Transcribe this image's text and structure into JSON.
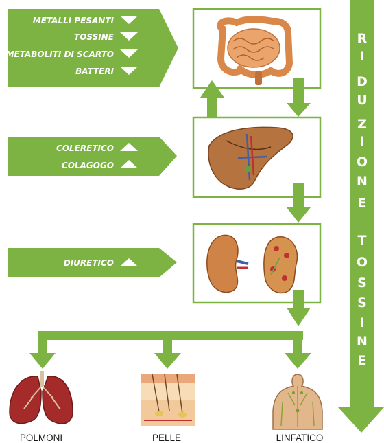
{
  "colors": {
    "green": "#7cb342",
    "green_dark": "#689f38",
    "white": "#ffffff"
  },
  "inputs": [
    {
      "items": [
        "METALLI PESANTI",
        "TOSSINE",
        "METABOLITI DI SCARTO",
        "BATTERI"
      ],
      "direction": "down"
    },
    {
      "items": [
        "COLERETICO",
        "COLAGOGO"
      ],
      "direction": "up"
    },
    {
      "items": [
        "DIURETICO"
      ],
      "direction": "up"
    }
  ],
  "organs": [
    "intestine",
    "liver",
    "kidneys"
  ],
  "outputs": [
    "POLMONI",
    "PELLE",
    "LINFATICO"
  ],
  "vertical_label": {
    "word1": [
      "R",
      "I",
      "D",
      "U",
      "Z",
      "I",
      "O",
      "N",
      "E"
    ],
    "word2": [
      "T",
      "O",
      "S",
      "S",
      "I",
      "N",
      "E"
    ]
  }
}
